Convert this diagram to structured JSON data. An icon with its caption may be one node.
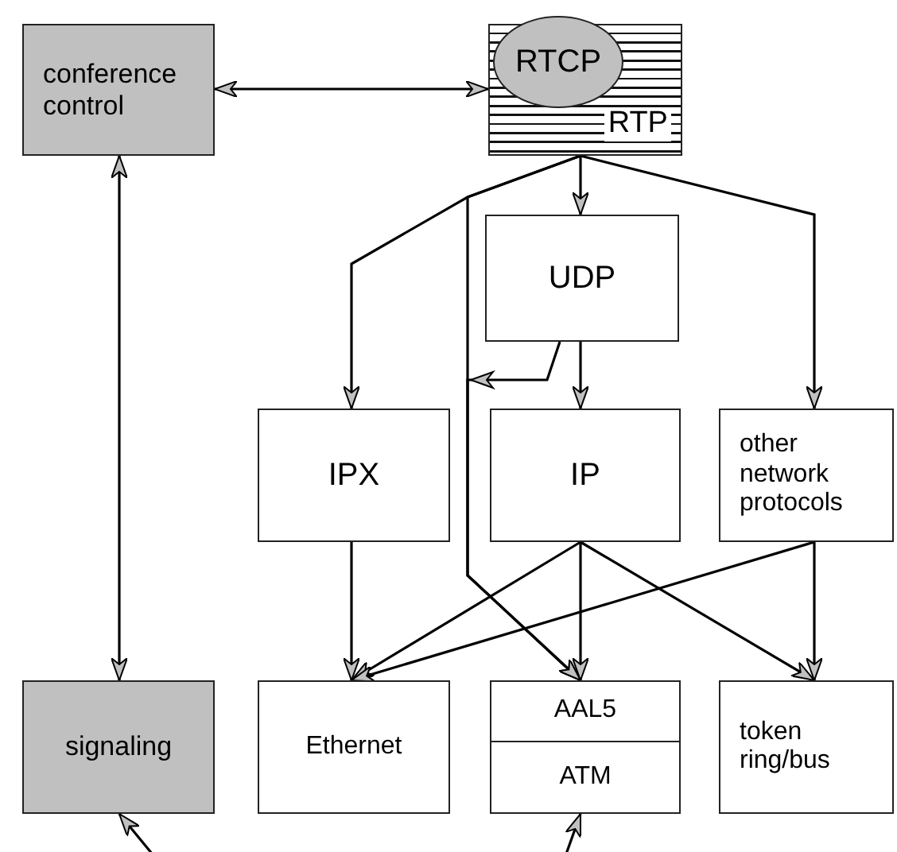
{
  "diagram": {
    "nodes": [
      {
        "text": [
          "conference control"
        ]
      },
      {
        "text": [
          "RTP"
        ]
      },
      {
        "text": [
          "RTCP"
        ],
        "in": 1
      },
      {
        "text": [
          "UDP"
        ]
      },
      {
        "text": [
          "IPX"
        ]
      },
      {
        "text": [
          "IP"
        ]
      },
      {
        "text": [
          "other network protocols"
        ]
      },
      {
        "text": [
          "signaling"
        ]
      },
      {
        "text": [
          "Ethernet"
        ]
      },
      {
        "text": [
          "AAL5",
          "ATM"
        ]
      },
      {
        "text": [
          "token ring/bus"
        ]
      }
    ],
    "edges": [
      {
        "from": 0,
        "to": 1,
        "arrow": "both"
      },
      {
        "from": 7,
        "to": 0,
        "arrow": "both"
      },
      {
        "from": 1,
        "to": 3,
        "arrow": "to"
      },
      {
        "from": 1,
        "to": 4,
        "arrow": "to"
      },
      {
        "from": 1,
        "to": 6,
        "arrow": "to"
      },
      {
        "from": 1,
        "to": 9,
        "arrow": "to"
      },
      {
        "from": 3,
        "to": 9,
        "arrow": "to"
      },
      {
        "from": 3,
        "to": 5,
        "arrow": "to"
      },
      {
        "from": 4,
        "to": 8,
        "arrow": "to"
      },
      {
        "from": 5,
        "to": 8,
        "arrow": "to"
      },
      {
        "from": 5,
        "to": 9,
        "arrow": "to"
      },
      {
        "from": 5,
        "to": 10,
        "arrow": "to"
      },
      {
        "from": 6,
        "to": 8,
        "arrow": "to"
      },
      {
        "from": 6,
        "to": 10,
        "arrow": "to"
      },
      {
        "from": null,
        "to": 7,
        "arrow": "to"
      },
      {
        "from": null,
        "to": 9,
        "arrow": "to"
      }
    ]
  }
}
